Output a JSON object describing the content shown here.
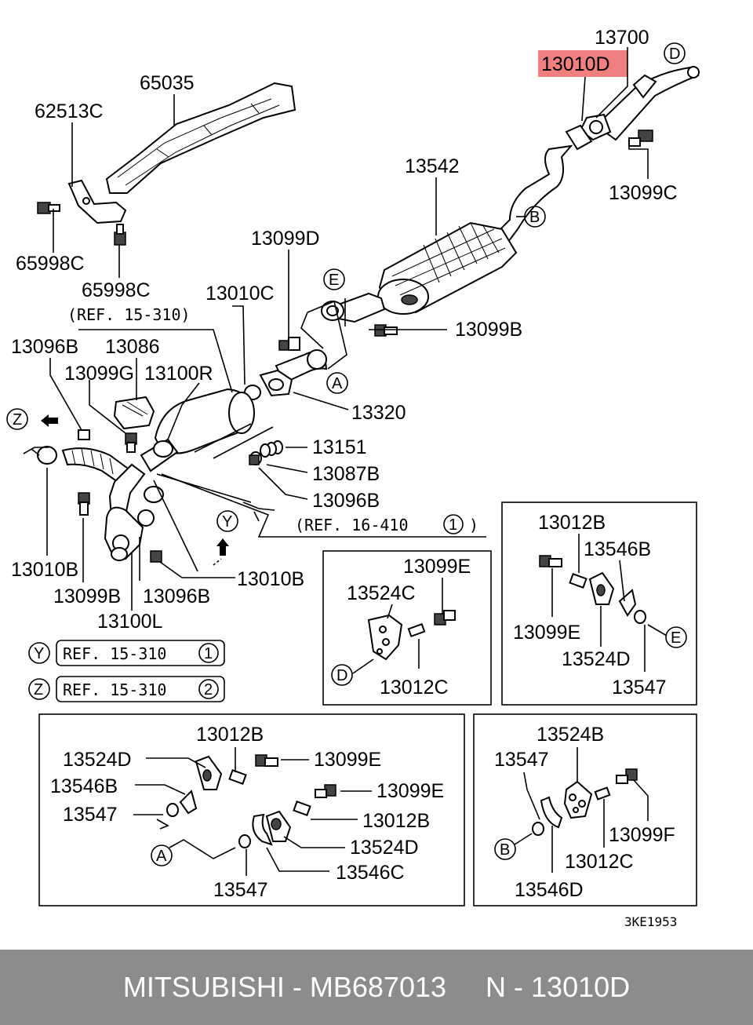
{
  "highlight_color": "#f08080",
  "labels": {
    "p13700": "13700",
    "p13010D": "13010D",
    "p65035": "65035",
    "p62513C": "62513C",
    "p13542": "13542",
    "p13099C": "13099C",
    "p65998C_a": "65998C",
    "p65998C_b": "65998C",
    "p13099D": "13099D",
    "p13010C": "13010C",
    "ref15310": "(REF. 15-310)",
    "p13096B": "13096B",
    "p13086": "13086",
    "p13099G": "13099G",
    "p13100R": "13100R",
    "p13099B_top": "13099B",
    "p13320": "13320",
    "p13151": "13151",
    "p13087B": "13087B",
    "p13096B_r": "13096B",
    "ref16410": "(REF. 16-410",
    "ref16410_close": ")",
    "p13010B_l": "13010B",
    "p13099B_l": "13099B",
    "p13096B_l": "13096B",
    "p13010B_r": "13010B",
    "p13100L": "13100L",
    "refY": "REF. 15-310",
    "refZ": "REF. 15-310",
    "box1_13099E": "13099E",
    "box1_13524C": "13524C",
    "box1_13012C": "13012C",
    "box2_13012B": "13012B",
    "box2_13546B": "13546B",
    "box2_13099E": "13099E",
    "box2_13524D": "13524D",
    "box2_13547": "13547",
    "box3_13012B": "13012B",
    "box3_13524D": "13524D",
    "box3_13099E": "13099E",
    "box3_13546B": "13546B",
    "box3_13099E_b": "13099E",
    "box3_13547": "13547",
    "box3_13012B_b": "13012B",
    "box3_13524D_b": "13524D",
    "box3_13546C": "13546C",
    "box3_13547_b": "13547",
    "box4_13524B": "13524B",
    "box4_13547": "13547",
    "box4_13099F": "13099F",
    "box4_13012C": "13012C",
    "box4_13546D": "13546D",
    "diagram_code": "3KE1953"
  },
  "circle_letters": {
    "D_top": "D",
    "B_top": "B",
    "E_top": "E",
    "A_top": "A",
    "Z_arrow": "Z",
    "Y_arrow": "Y",
    "ref1": "1",
    "Y_ref": "Y",
    "Z_ref": "Z",
    "ref1b": "1",
    "ref2": "2",
    "D_box1": "D",
    "E_box2": "E",
    "A_box3": "A",
    "B_box4": "B"
  },
  "footer": {
    "brand": "MITSUBISHI",
    "separator": " - ",
    "part_number": "MB687013",
    "gap": "     ",
    "callout": "N - 13010D"
  }
}
